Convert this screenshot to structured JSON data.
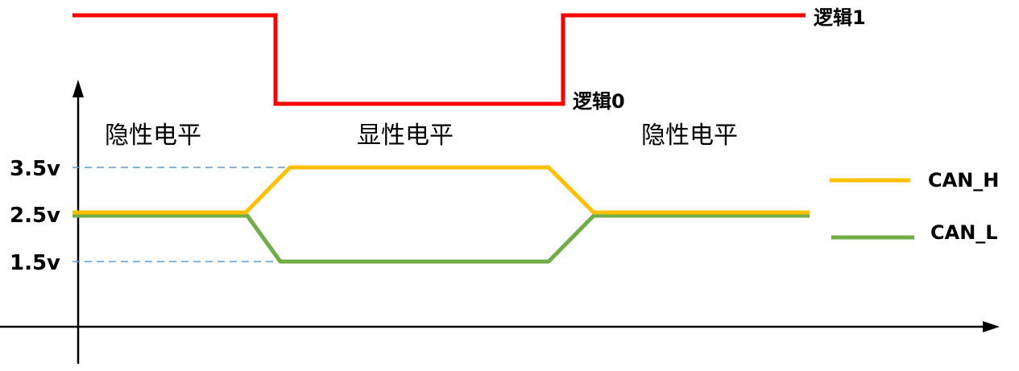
{
  "logic": {
    "high_label": "逻辑1",
    "low_label": "逻辑0",
    "color": "#ff0000"
  },
  "regions": {
    "left": "隐性电平",
    "middle": "显性电平",
    "right": "隐性电平"
  },
  "voltage_levels": {
    "high": "3.5v",
    "mid": "2.5v",
    "low": "1.5v"
  },
  "legend": {
    "can_h": {
      "label": "CAN_H",
      "color": "#ffc000"
    },
    "can_l": {
      "label": "CAN_L",
      "color": "#70ad47"
    }
  },
  "colors": {
    "axis": "#000000",
    "guide": "#5b9bd5"
  }
}
